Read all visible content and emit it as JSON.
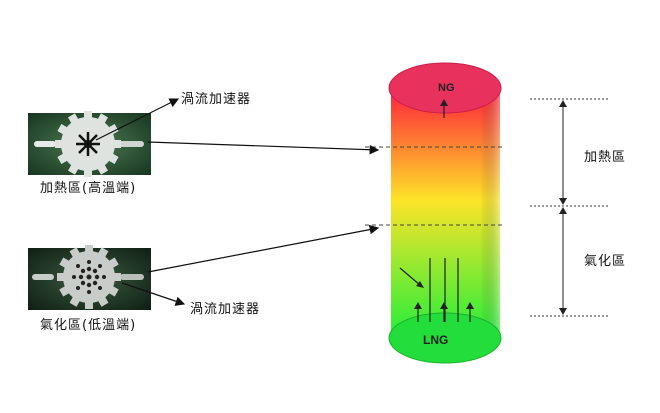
{
  "labels": {
    "top_accelerator": "渦流加速器",
    "heating_zone_photo": "加熱區(高溫端)",
    "vaporization_zone_photo": "氣化區(低溫端)",
    "bottom_accelerator": "渦流加速器",
    "heating_zone_bracket": "加熱區",
    "vaporization_zone_bracket": "氣化區",
    "top_cap": "NG",
    "bottom_cap": "LNG"
  },
  "icons": {
    "top_photo": "turbulator-disc-spoked-icon",
    "bottom_photo": "turbulator-disc-perforated-icon"
  },
  "colors": {
    "ng_cap": "#e8315d",
    "lng_cap": "#22dd3a",
    "gradient_top": "#ff1e3c",
    "gradient_mid": "#fde428",
    "gradient_bottom": "#22ee3a",
    "photo_background": "#1f4a2c"
  }
}
